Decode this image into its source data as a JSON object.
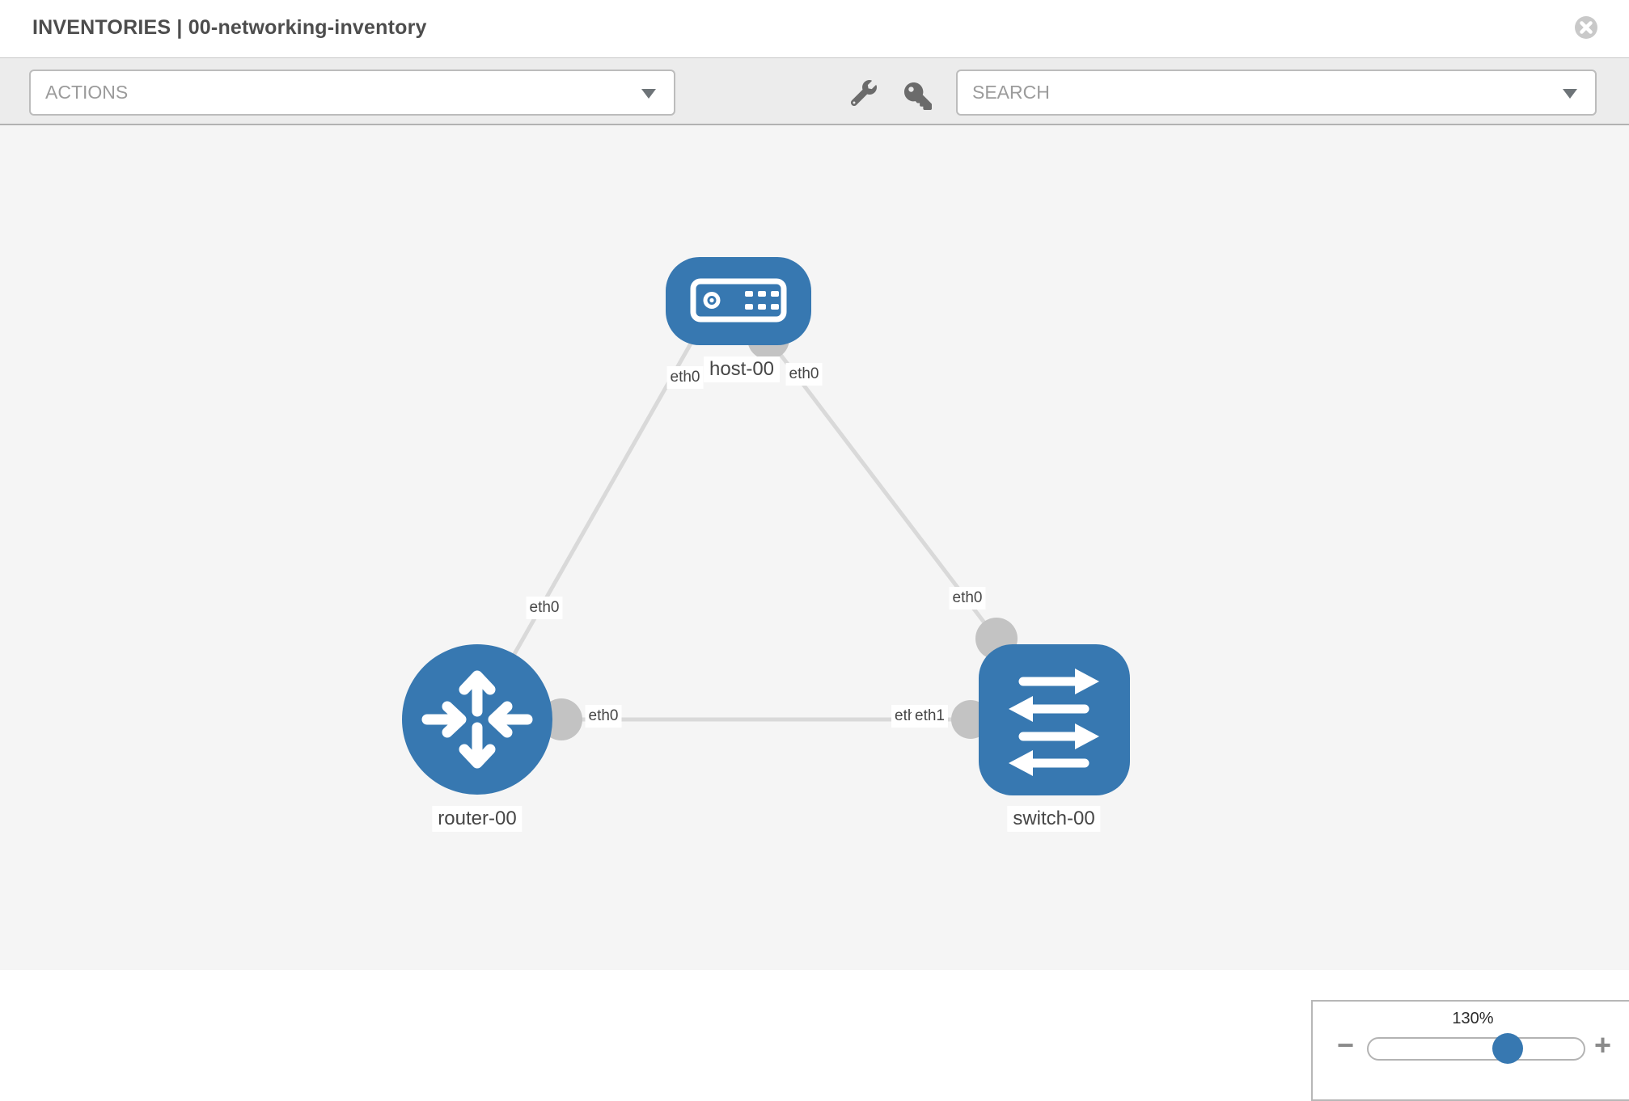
{
  "header": {
    "title": "INVENTORIES | 00-networking-inventory"
  },
  "toolbar": {
    "actions_label": "ACTIONS",
    "search_placeholder": "SEARCH"
  },
  "icons": {
    "close": "x-circle",
    "wrench": "wrench",
    "key": "key",
    "caret": "chevron-down"
  },
  "canvas": {
    "nodes": [
      {
        "label": "host-00",
        "type": "host"
      },
      {
        "label": "router-00",
        "type": "router"
      },
      {
        "label": "switch-00",
        "type": "switch"
      }
    ],
    "interfaces": {
      "host_left": "eth0",
      "host_right": "eth0",
      "router_uplink": "eth0",
      "switch_uplink": "eth0",
      "link_router_side": "eth0",
      "link_switch_side_back": "eth0",
      "link_switch_side_front": "eth1"
    },
    "colors": {
      "node": "#3778B1",
      "link": "#D9D9D9",
      "connector": "#C3C3C3",
      "canvas_bg": "#F5F5F5"
    }
  },
  "zoom": {
    "level": "130%",
    "minus_label": "−",
    "plus_label": "+"
  }
}
